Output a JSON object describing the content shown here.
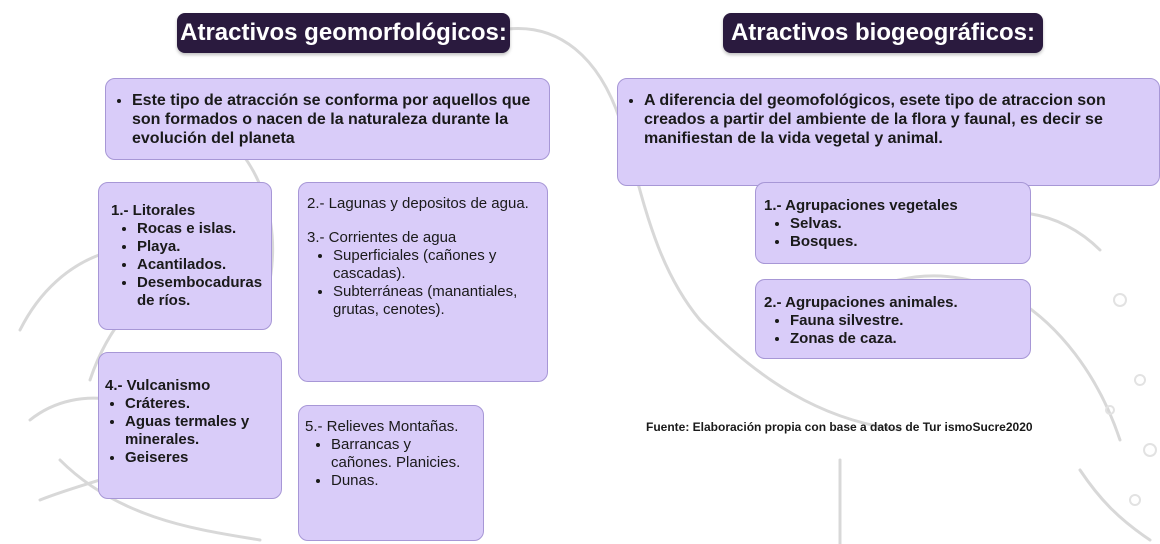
{
  "left": {
    "title": "Atractivos geomorfológicos:",
    "intro": "Este tipo de atracción se conforma por aquellos que  son formados o nacen de la naturaleza durante la evolución del planeta",
    "box1": {
      "heading": "1.- Litorales",
      "items": [
        "Rocas e islas.",
        "Playa.",
        "Acantilados.",
        "Desembocaduras de ríos."
      ]
    },
    "box2": {
      "heading_a": "2.- Lagunas y depositos de agua.",
      "heading_b": "3.- Corrientes de agua",
      "items": [
        "Superficiales (cañones y cascadas).",
        "Subterráneas (manantiales, grutas, cenotes)."
      ]
    },
    "box4": {
      "heading": "4.- Vulcanismo",
      "items": [
        "Cráteres.",
        "Aguas termales y minerales.",
        "Geiseres"
      ]
    },
    "box5": {
      "heading": "5.- Relieves Montañas.",
      "items": [
        "Barrancas y cañones. Planicies.",
        "Dunas."
      ]
    }
  },
  "right": {
    "title": "Atractivos biogeográficos:",
    "intro": "A diferencia del geomofológicos, esete tipo de atraccion son creados a partir del ambiente de la flora y faunal, es decir se manifiestan de la vida vegetal y animal.",
    "box1": {
      "heading": "1.- Agrupaciones vegetales",
      "items": [
        "Selvas.",
        "Bosques."
      ]
    },
    "box2": {
      "heading": "2.- Agrupaciones animales.",
      "items": [
        "Fauna silvestre.",
        "Zonas de caza."
      ]
    },
    "source": "Fuente: Elaboración propia  con base a datos de Tur ismoSucre2020"
  },
  "colors": {
    "title_bg": "#2a1a3e",
    "box_bg": "#d9ccf9",
    "box_border": "#a797d6"
  }
}
